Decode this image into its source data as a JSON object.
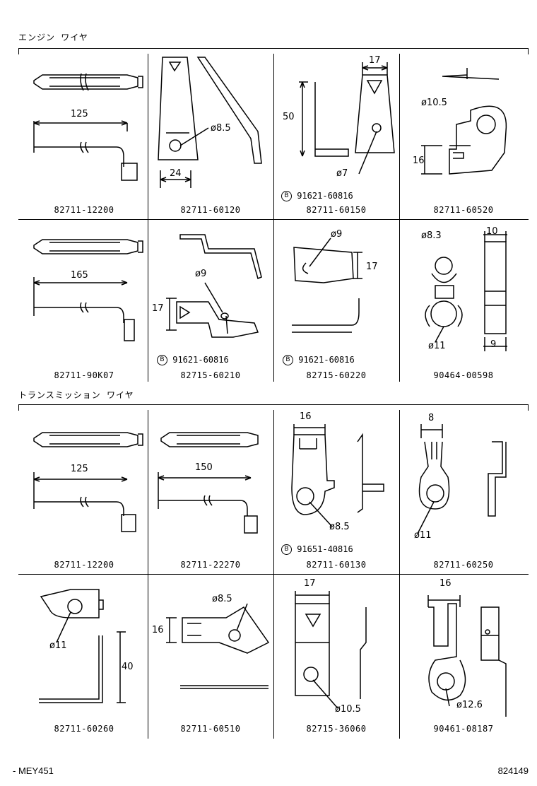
{
  "sections": {
    "engine": "エンジン ワイヤ",
    "transmission": "トランスミッション ワイヤ"
  },
  "cells": [
    {
      "part": "82711-12200",
      "dims": {
        "length": "125"
      }
    },
    {
      "part": "82711-60120",
      "dims": {
        "hole": "ø8.5",
        "width": "24"
      }
    },
    {
      "part": "82711-60150",
      "dims": {
        "height": "50",
        "width": "17",
        "hole": "ø7"
      },
      "bolt": "91621-60816"
    },
    {
      "part": "82711-60520",
      "dims": {
        "hole": "ø10.5",
        "height": "16"
      }
    },
    {
      "part": "82711-90K07",
      "dims": {
        "length": "165"
      }
    },
    {
      "part": "82715-60210",
      "dims": {
        "hole": "ø9",
        "height": "17"
      },
      "bolt": "91621-60816"
    },
    {
      "part": "82715-60220",
      "dims": {
        "hole": "ø9",
        "height": "17"
      },
      "bolt": "91621-60816"
    },
    {
      "part": "90464-00598",
      "dims": {
        "hole_top": "ø8.3",
        "width_top": "10",
        "hole_bottom": "ø11",
        "width_bottom": "9"
      }
    },
    {
      "part": "82711-12200",
      "dims": {
        "length": "125"
      }
    },
    {
      "part": "82711-22270",
      "dims": {
        "length": "150"
      }
    },
    {
      "part": "82711-60130",
      "dims": {
        "width": "16",
        "hole": "ø8.5"
      },
      "bolt": "91651-40816"
    },
    {
      "part": "82711-60250",
      "dims": {
        "width": "8",
        "hole": "ø11"
      }
    },
    {
      "part": "82711-60260",
      "dims": {
        "hole": "ø11",
        "height": "40"
      }
    },
    {
      "part": "82711-60510",
      "dims": {
        "hole": "ø8.5",
        "height": "16"
      }
    },
    {
      "part": "82715-36060",
      "dims": {
        "width": "17",
        "hole": "ø10.5"
      }
    },
    {
      "part": "90461-08187",
      "dims": {
        "width": "16",
        "hole": "ø12.6"
      }
    }
  ],
  "bolt_symbol": "B",
  "footer": {
    "left": "- MEY451",
    "right": "824149"
  }
}
